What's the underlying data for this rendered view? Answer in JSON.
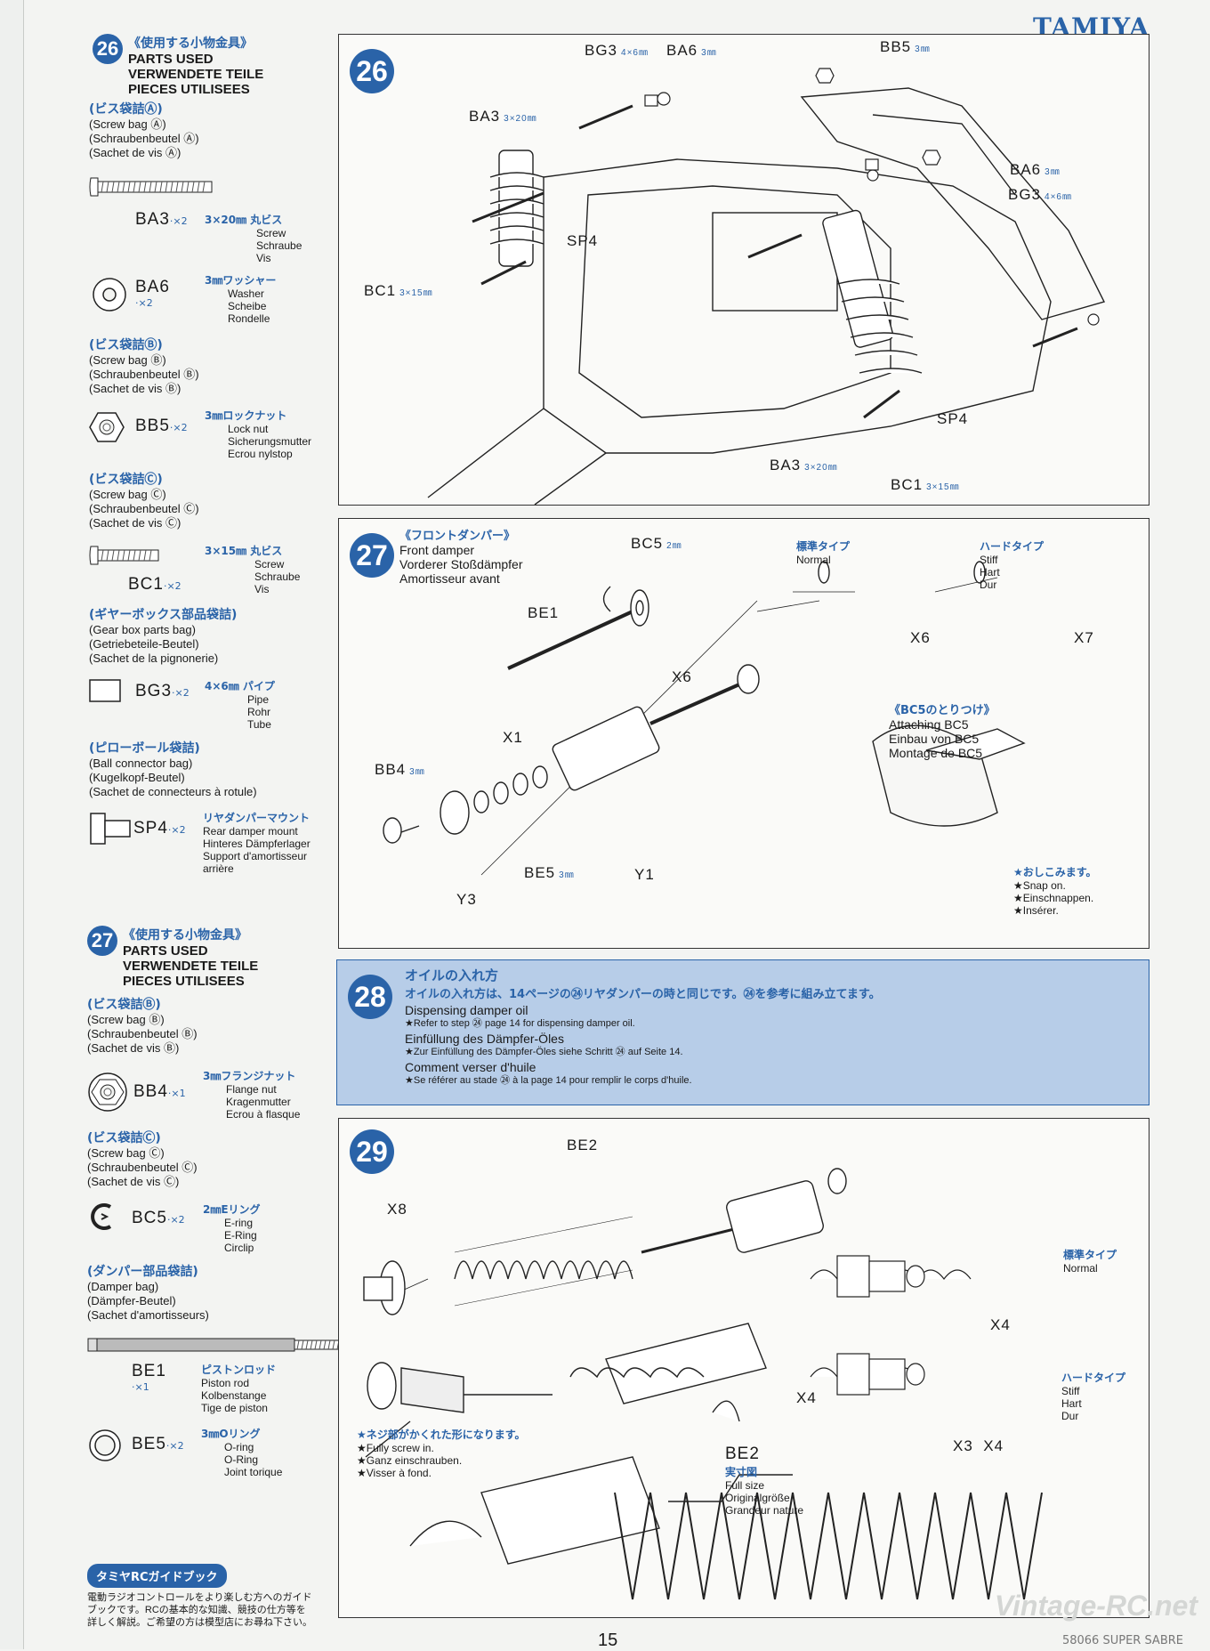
{
  "header": {
    "brand": "TAMIYA"
  },
  "footer": {
    "page_number": "15",
    "code": "58066 SUPER SABRE",
    "watermark": "Vintage-RC.net"
  },
  "step26_parts": {
    "number": "26",
    "title_jp": "《使用する小物金具》",
    "title_en": "PARTS USED",
    "title_de": "VERWENDETE TEILE",
    "title_fr": "PIECES UTILISEES",
    "bagA": {
      "jp": "(ビス袋詰Ⓐ)",
      "en": "(Screw bag Ⓐ)",
      "de": "(Schraubenbeutel Ⓐ)",
      "fr": "(Sachet de vis Ⓐ)"
    },
    "ba3": {
      "code": "BA3",
      "qty": "·×2",
      "jp": "3×20㎜ 丸ビス",
      "d1": "Screw",
      "d2": "Schraube",
      "d3": "Vis"
    },
    "ba6": {
      "code": "BA6",
      "qty": "·×2",
      "jp": "3㎜ワッシャー",
      "d1": "Washer",
      "d2": "Scheibe",
      "d3": "Rondelle"
    },
    "bagB": {
      "jp": "(ビス袋詰Ⓑ)",
      "en": "(Screw bag Ⓑ)",
      "de": "(Schraubenbeutel Ⓑ)",
      "fr": "(Sachet de vis Ⓑ)"
    },
    "bb5": {
      "code": "BB5",
      "qty": "·×2",
      "jp": "3㎜ロックナット",
      "d1": "Lock nut",
      "d2": "Sicherungsmutter",
      "d3": "Ecrou nylstop"
    },
    "bagC": {
      "jp": "(ビス袋詰Ⓒ)",
      "en": "(Screw bag Ⓒ)",
      "de": "(Schraubenbeutel Ⓒ)",
      "fr": "(Sachet de vis Ⓒ)"
    },
    "bc1": {
      "code": "BC1",
      "qty": "·×2",
      "jp": "3×15㎜ 丸ビス",
      "d1": "Screw",
      "d2": "Schraube",
      "d3": "Vis"
    },
    "gear": {
      "jp": "(ギヤーボックス部品袋詰)",
      "en": "(Gear box parts bag)",
      "de": "(Getriebeteile-Beutel)",
      "fr": "(Sachet de la pignonerie)"
    },
    "bg3": {
      "code": "BG3",
      "qty": "·×2",
      "jp": "4×6㎜ パイプ",
      "d1": "Pipe",
      "d2": "Rohr",
      "d3": "Tube"
    },
    "ball": {
      "jp": "(ピローボール袋詰)",
      "en": "(Ball connector bag)",
      "de": "(Kugelkopf-Beutel)",
      "fr": "(Sachet de connecteurs à rotule)"
    },
    "sp4": {
      "code": "SP4",
      "qty": "·×2",
      "jp": "リヤダンパーマウント",
      "d1": "Rear damper mount",
      "d2": "Hinteres Dämpferlager",
      "d3": "Support d'amortisseur",
      "d4": "arrière"
    }
  },
  "step27_parts": {
    "number": "27",
    "title_jp": "《使用する小物金具》",
    "title_en": "PARTS USED",
    "title_de": "VERWENDETE TEILE",
    "title_fr": "PIECES UTILISEES",
    "bagB": {
      "jp": "(ビス袋詰Ⓑ)",
      "en": "(Screw bag Ⓑ)",
      "de": "(Schraubenbeutel Ⓑ)",
      "fr": "(Sachet de vis Ⓑ)"
    },
    "bb4": {
      "code": "BB4",
      "qty": "·×1",
      "jp": "3㎜フランジナット",
      "d1": "Flange nut",
      "d2": "Kragenmutter",
      "d3": "Ecrou à flasque"
    },
    "bagC": {
      "jp": "(ビス袋詰Ⓒ)",
      "en": "(Screw bag Ⓒ)",
      "de": "(Schraubenbeutel Ⓒ)",
      "fr": "(Sachet de vis Ⓒ)"
    },
    "bc5": {
      "code": "BC5",
      "qty": "·×2",
      "jp": "2㎜Eリング",
      "d1": "E-ring",
      "d2": "E-Ring",
      "d3": "Circlip"
    },
    "damper": {
      "jp": "(ダンパー部品袋詰)",
      "en": "(Damper bag)",
      "de": "(Dämpfer-Beutel)",
      "fr": "(Sachet d'amortisseurs)"
    },
    "be1": {
      "code": "BE1",
      "qty": "·×1",
      "jp": "ピストンロッド",
      "d1": "Piston rod",
      "d2": "Kolbenstange",
      "d3": "Tige de piston"
    },
    "be5": {
      "code": "BE5",
      "qty": "·×2",
      "jp": "3㎜Oリング",
      "d1": "O-ring",
      "d2": "O-Ring",
      "d3": "Joint torique"
    }
  },
  "guide": {
    "button": "タミヤRCガイドブック",
    "text1": "電動ラジオコントロールをより楽しむ方へのガイド",
    "text2": "ブックです。RCの基本的な知識、競技の仕方等を",
    "text3": "詳しく解説。ご希望の方は模型店にお尋ね下さい。"
  },
  "step26": {
    "number": "26",
    "labels": {
      "bg3_top": "BG3",
      "bg3_top_dim": "4×6㎜",
      "ba6_top": "BA6",
      "ba6_top_dim": "3㎜",
      "bb5": "BB5",
      "bb5_dim": "3㎜",
      "ba3_left": "BA3",
      "ba3_left_dim": "3×20㎜",
      "ba6_right": "BA6",
      "ba6_right_dim": "3㎜",
      "bg3_right": "BG3",
      "bg3_right_dim": "4×6㎜",
      "sp4_left": "SP4",
      "bc1_left": "BC1",
      "bc1_left_dim": "3×15㎜",
      "sp4_right": "SP4",
      "ba3_bottom": "BA3",
      "ba3_bottom_dim": "3×20㎜",
      "bc1_bottom": "BC1",
      "bc1_bottom_dim": "3×15㎜"
    }
  },
  "step27": {
    "number": "27",
    "title_jp": "《フロントダンパー》",
    "title_en": "Front damper",
    "title_de": "Vorderer Stoßdämpfer",
    "title_fr": "Amortisseur avant",
    "labels": {
      "bc5": "BC5",
      "bc5_dim": "2㎜",
      "be1": "BE1",
      "x6": "X6",
      "x1": "X1",
      "bb4": "BB4",
      "bb4_dim": "3㎜",
      "be5": "BE5",
      "be5_dim": "3㎜",
      "y1": "Y1",
      "y3": "Y3"
    },
    "normal_jp": "標準タイプ",
    "normal_en": "Normal",
    "normal_part": "X6",
    "hard_jp": "ハードタイプ",
    "hard_en": "Stiff",
    "hard_de": "Hart",
    "hard_fr": "Dur",
    "hard_part": "X7",
    "attach_jp": "《BC5のとりつけ》",
    "attach_en": "Attaching BC5",
    "attach_de": "Einbau von BC5",
    "attach_fr": "Montage de BC5",
    "snap_jp": "★おしこみます。",
    "snap_en": "★Snap on.",
    "snap_de": "★Einschnappen.",
    "snap_fr": "★Insérer."
  },
  "step28": {
    "number": "28",
    "title_jp": "オイルの入れ方",
    "text_jp": "オイルの入れ方は、14ページの㉔リヤダンパーの時と同じです。㉔を参考に組み立てます。",
    "en_title": "Dispensing damper oil",
    "en_text": "★Refer to step ㉔ page 14 for dispensing damper oil.",
    "de_title": "Einfüllung des Dämpfer-Öles",
    "de_text": "★Zur Einfüllung des Dämpfer-Öles siehe Schritt ㉔ auf Seite 14.",
    "fr_title": "Comment verser d'huile",
    "fr_text": "★Se référer au stade ㉔ à la page 14 pour remplir le corps d'huile."
  },
  "step29": {
    "number": "29",
    "labels": {
      "be2": "BE2",
      "x8": "X8",
      "x4_mid": "X4"
    },
    "normal_jp": "標準タイプ",
    "normal_en": "Normal",
    "normal_part": "X4",
    "hard_jp": "ハードタイプ",
    "hard_en": "Stiff",
    "hard_de": "Hart",
    "hard_fr": "Dur",
    "hard_part": "X3  X4",
    "screw_jp": "★ネジ部がかくれた形になります。",
    "screw_en": "★Fully screw in.",
    "screw_de": "★Ganz einschrauben.",
    "screw_fr": "★Visser à fond.",
    "fullsize_code": "BE2",
    "fullsize_jp": "実寸図",
    "fullsize_en": "Full size",
    "fullsize_de": "Originalgröße",
    "fullsize_fr": "Grandeur nature"
  }
}
